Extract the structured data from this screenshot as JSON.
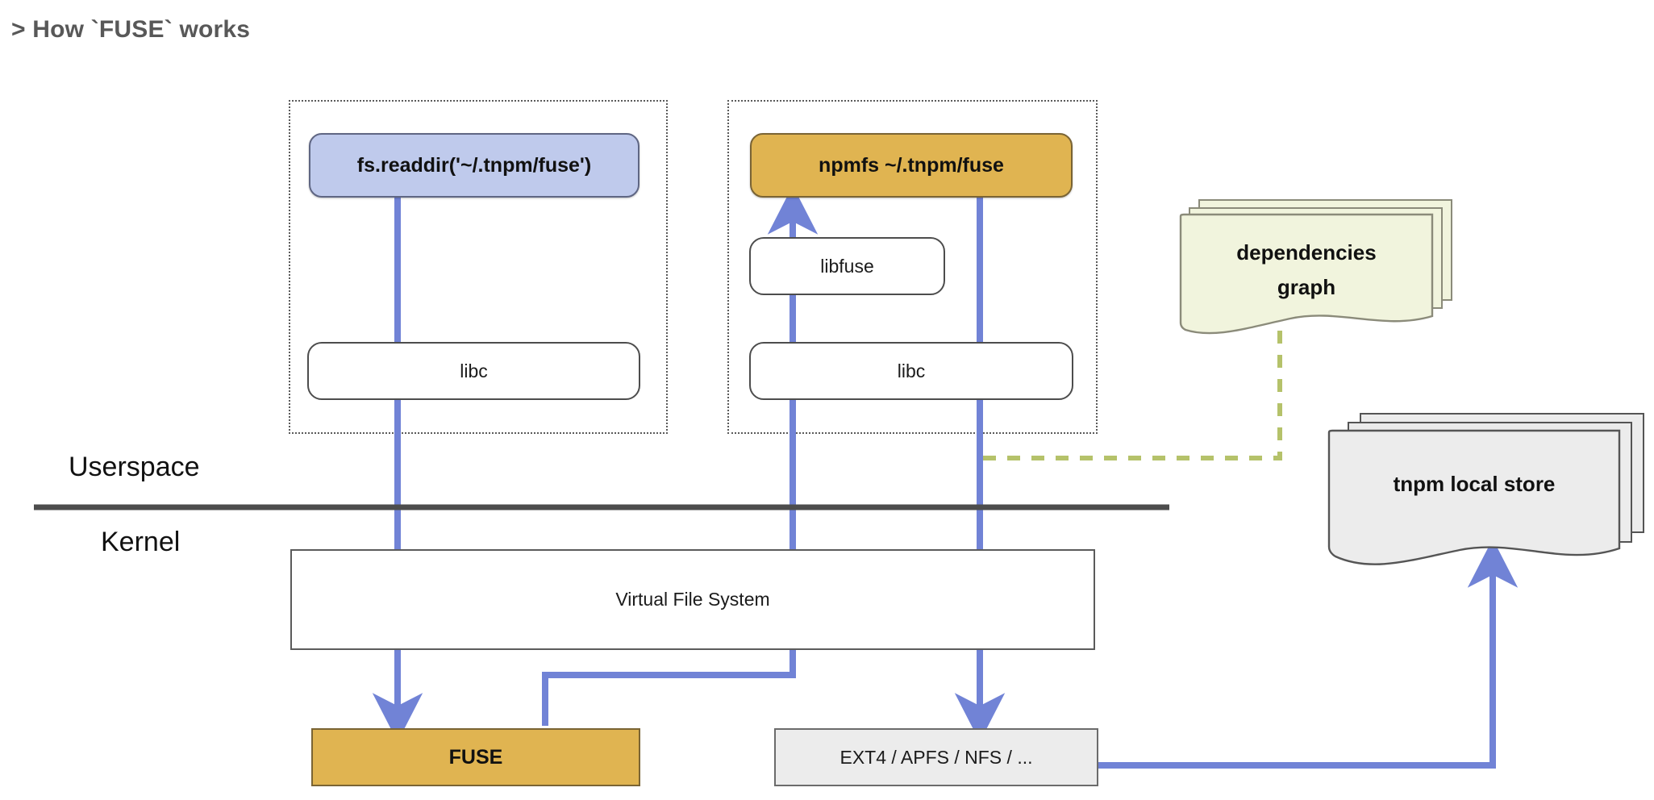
{
  "page": {
    "title": "> How `FUSE` works",
    "background": "#ffffff"
  },
  "colors": {
    "accent_blue_box": "#bfcaec",
    "accent_gold": "#e0b451",
    "arrow_blue": "#7183d6",
    "dep_graph_fill": "#f1f4dd",
    "dep_graph_stroke": "#8b8b7a",
    "store_fill": "#ececec",
    "store_stroke": "#555555",
    "dashed_green": "#b5c26a",
    "divider": "#4d4d4d",
    "title_gray": "#585858"
  },
  "userspace": {
    "label": "Userspace",
    "groups": [
      {
        "name": "app-group",
        "nodes": [
          {
            "id": "fs-readdir",
            "label": "fs.readdir('~/.tnpm/fuse')",
            "style": "blue"
          },
          {
            "id": "libc-left",
            "label": "libc",
            "style": "white"
          }
        ]
      },
      {
        "name": "npmfs-group",
        "nodes": [
          {
            "id": "npmfs",
            "label": "npmfs ~/.tnpm/fuse",
            "style": "gold"
          },
          {
            "id": "libfuse",
            "label": "libfuse",
            "style": "white"
          },
          {
            "id": "libc-right",
            "label": "libc",
            "style": "white"
          }
        ]
      }
    ]
  },
  "kernel": {
    "label": "Kernel",
    "nodes": [
      {
        "id": "vfs",
        "label": "Virtual File System",
        "style": "plain"
      },
      {
        "id": "fuse",
        "label": "FUSE",
        "style": "gold"
      },
      {
        "id": "filesystems",
        "label": "EXT4 / APFS / NFS / ...",
        "style": "grey"
      }
    ]
  },
  "stores": [
    {
      "id": "dependencies-graph",
      "label_line1": "dependencies",
      "label_line2": "graph",
      "style": "document-stack-green"
    },
    {
      "id": "tnpm-local-store",
      "label_line1": "tnpm local store",
      "label_line2": "",
      "style": "document-stack-grey"
    }
  ],
  "connections": [
    {
      "from": "fs-readdir",
      "to": "fuse",
      "kind": "arrow",
      "color": "#7183d6"
    },
    {
      "from": "fuse",
      "to": "npmfs",
      "kind": "arrow-routed",
      "color": "#7183d6"
    },
    {
      "from": "npmfs",
      "to": "filesystems",
      "kind": "arrow",
      "color": "#7183d6"
    },
    {
      "from": "filesystems",
      "to": "tnpm-local-store",
      "kind": "arrow-routed",
      "color": "#7183d6"
    },
    {
      "from": "dependencies-graph",
      "to": "npmfs-group",
      "kind": "dashed",
      "color": "#b5c26a"
    }
  ]
}
